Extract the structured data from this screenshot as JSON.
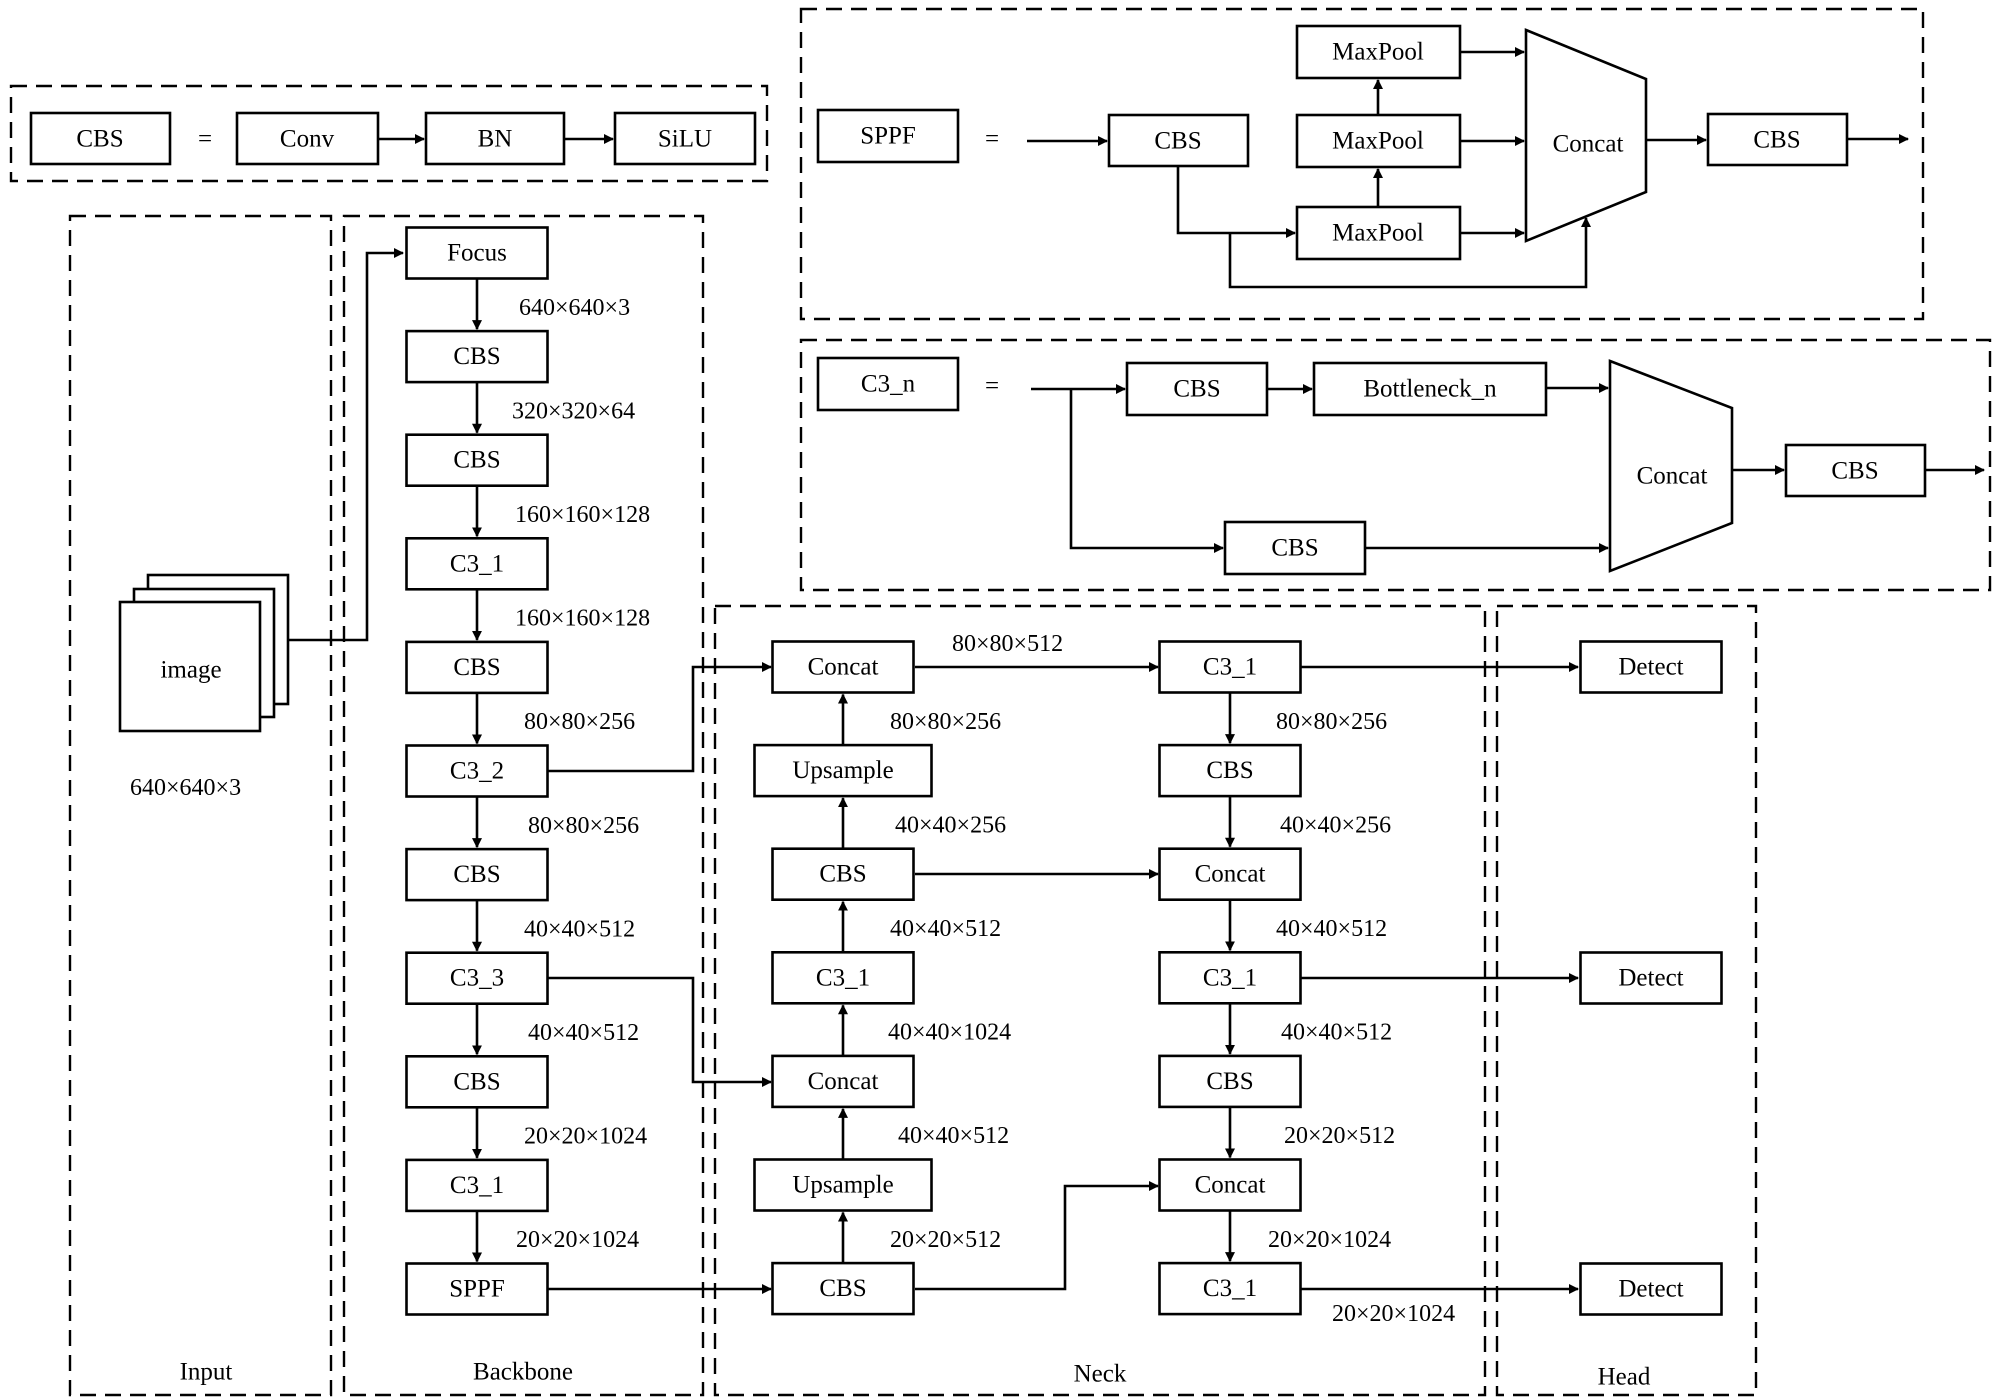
{
  "definitions": {
    "cbs": {
      "name": "CBS",
      "equals": "=",
      "parts": [
        "Conv",
        "BN",
        "SiLU"
      ]
    },
    "sppf": {
      "name": "SPPF",
      "equals": "=",
      "input_block": "CBS",
      "pools": [
        "MaxPool",
        "MaxPool",
        "MaxPool"
      ],
      "concat": "Concat",
      "output_block": "CBS"
    },
    "c3n": {
      "name": "C3_n",
      "equals": "=",
      "branch_top": [
        "CBS",
        "Bottleneck_n"
      ],
      "branch_bottom": "CBS",
      "concat": "Concat",
      "output_block": "CBS"
    }
  },
  "sections": {
    "input": "Input",
    "backbone": "Backbone",
    "neck": "Neck",
    "head": "Head"
  },
  "input": {
    "label": "image",
    "size": "640×640×3"
  },
  "backbone": {
    "blocks": [
      "Focus",
      "CBS",
      "CBS",
      "C3_1",
      "CBS",
      "C3_2",
      "CBS",
      "C3_3",
      "CBS",
      "C3_1",
      "SPPF"
    ],
    "dims": [
      "640×640×3",
      "320×320×64",
      "160×160×128",
      "160×160×128",
      "80×80×256",
      "80×80×256",
      "40×40×512",
      "40×40×512",
      "20×20×1024",
      "20×20×1024"
    ]
  },
  "neck": {
    "left_column": [
      "Concat",
      "Upsample",
      "CBS",
      "C3_1",
      "Concat",
      "Upsample",
      "CBS"
    ],
    "left_dims": [
      "80×80×256",
      "40×40×256",
      "40×40×512",
      "40×40×1024",
      "40×40×512",
      "20×20×512"
    ],
    "right_column": [
      "C3_1",
      "CBS",
      "Concat",
      "C3_1",
      "CBS",
      "Concat",
      "C3_1"
    ],
    "right_dims": [
      "80×80×256",
      "40×40×256",
      "40×40×512",
      "40×40×512",
      "20×20×512",
      "20×20×1024"
    ],
    "top_link_dim": "80×80×512",
    "bottom_output_dim": "20×20×1024"
  },
  "head": {
    "blocks": [
      "Detect",
      "Detect",
      "Detect"
    ]
  }
}
